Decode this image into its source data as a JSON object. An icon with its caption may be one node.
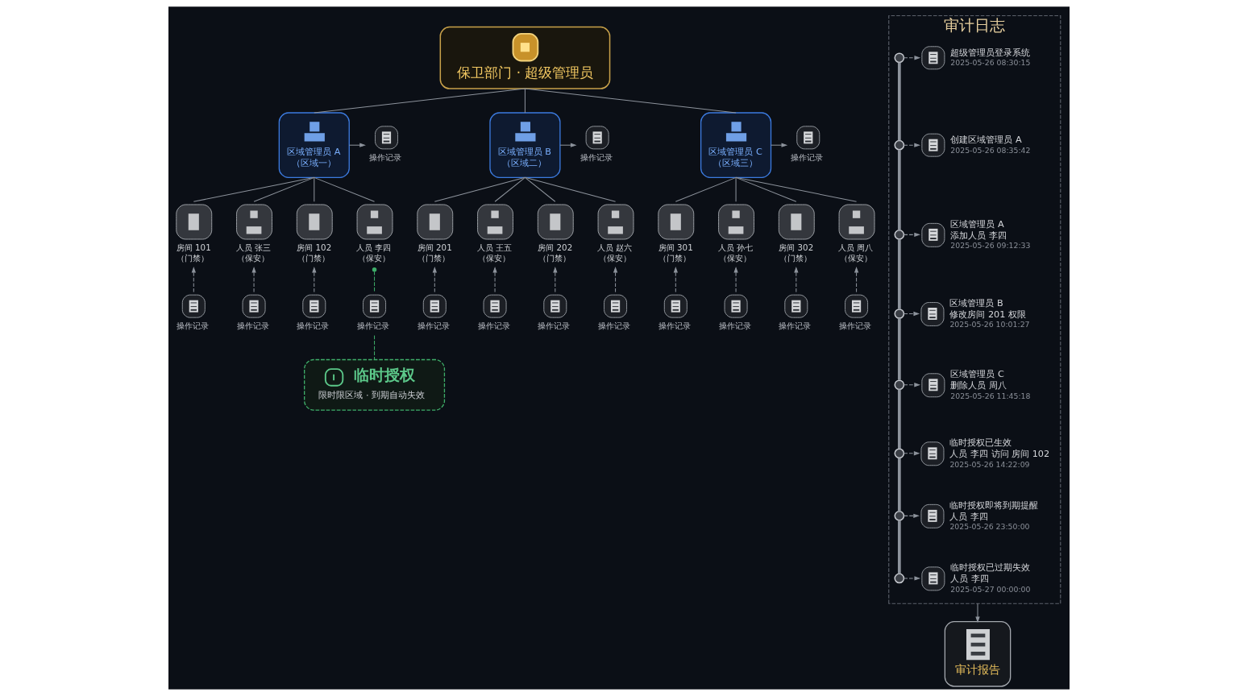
{
  "diagram": {
    "nodes": [
      {
        "text": [
          "保卫部门 · 超级管理员"
        ]
      },
      {
        "text": [
          "区域管理员 A",
          "（区域一）"
        ]
      },
      {
        "text": [
          "操作记录"
        ]
      },
      {
        "text": [
          "区域管理员 B",
          "（区域二）"
        ]
      },
      {
        "text": [
          "操作记录"
        ]
      },
      {
        "text": [
          "区域管理员 C",
          "（区域三）"
        ]
      },
      {
        "text": [
          "操作记录"
        ]
      },
      {
        "text": [
          "房间 101",
          "（门禁）"
        ]
      },
      {
        "text": [
          "人员 张三",
          "（保安）"
        ]
      },
      {
        "text": [
          "房间 102",
          "（门禁）"
        ]
      },
      {
        "text": [
          "人员 李四",
          "（保安）"
        ]
      },
      {
        "text": [
          "房间 201",
          "（门禁）"
        ]
      },
      {
        "text": [
          "人员 王五",
          "（保安）"
        ]
      },
      {
        "text": [
          "房间 202",
          "（门禁）"
        ]
      },
      {
        "text": [
          "人员 赵六",
          "（保安）"
        ]
      },
      {
        "text": [
          "房间 301",
          "（门禁）"
        ]
      },
      {
        "text": [
          "人员 孙七",
          "（保安）"
        ]
      },
      {
        "text": [
          "房间 302",
          "（门禁）"
        ]
      },
      {
        "text": [
          "人员 周八",
          "（保安）"
        ]
      },
      {
        "text": [
          "操作记录"
        ]
      },
      {
        "text": [
          "操作记录"
        ]
      },
      {
        "text": [
          "操作记录"
        ]
      },
      {
        "text": [
          "操作记录"
        ]
      },
      {
        "text": [
          "操作记录"
        ]
      },
      {
        "text": [
          "操作记录"
        ]
      },
      {
        "text": [
          "操作记录"
        ]
      },
      {
        "text": [
          "操作记录"
        ]
      },
      {
        "text": [
          "操作记录"
        ]
      },
      {
        "text": [
          "操作记录"
        ]
      },
      {
        "text": [
          "操作记录"
        ]
      },
      {
        "text": [
          "操作记录"
        ]
      },
      {
        "text": [
          "临时授权",
          "限时限区域 · 到期自动失效"
        ]
      },
      {
        "text": [
          "审计日志"
        ]
      },
      {
        "text": [],
        "shape": "circle",
        "in": 32
      },
      {
        "text": [
          "超级管理员登录系统",
          "2025-05-26 08:30:15"
        ],
        "in": 32
      },
      {
        "text": [],
        "shape": "circle",
        "in": 32
      },
      {
        "text": [
          "创建区域管理员 A",
          "2025-05-26 08:35:42"
        ],
        "in": 32
      },
      {
        "text": [],
        "shape": "circle",
        "in": 32
      },
      {
        "text": [
          "区域管理员 A",
          "添加人员 李四",
          "2025-05-26 09:12:33"
        ],
        "in": 32
      },
      {
        "text": [],
        "shape": "circle",
        "in": 32
      },
      {
        "text": [
          "区域管理员 B",
          "修改房间 201 权限",
          "2025-05-26 10:01:27"
        ],
        "in": 32
      },
      {
        "text": [],
        "shape": "circle",
        "in": 32
      },
      {
        "text": [
          "区域管理员 C",
          "删除人员 周八",
          "2025-05-26 11:45:18"
        ],
        "in": 32
      },
      {
        "text": [],
        "shape": "circle",
        "in": 32
      },
      {
        "text": [
          "临时授权已生效",
          "人员 李四 访问 房间 102",
          "2025-05-26 14:22:09"
        ],
        "in": 32
      },
      {
        "text": [],
        "shape": "circle",
        "in": 32
      },
      {
        "text": [
          "临时授权即将到期提醒",
          "人员 李四",
          "2025-05-26 23:50:00"
        ],
        "in": 32
      },
      {
        "text": [],
        "shape": "circle",
        "in": 32
      },
      {
        "text": [
          "临时授权已过期失效",
          "人员 李四",
          "2025-05-27 00:00:00"
        ],
        "in": 32
      },
      {
        "text": [
          "审计报告"
        ]
      }
    ],
    "edges": [
      {
        "from": 0,
        "to": 1,
        "arrow": "none"
      },
      {
        "from": 0,
        "to": 3,
        "arrow": "none"
      },
      {
        "from": 0,
        "to": 5,
        "arrow": "none"
      },
      {
        "from": 1,
        "to": 2,
        "arrow": "to"
      },
      {
        "from": 3,
        "to": 4,
        "arrow": "to"
      },
      {
        "from": 5,
        "to": 6,
        "arrow": "to"
      },
      {
        "from": 1,
        "to": 7,
        "arrow": "none"
      },
      {
        "from": 1,
        "to": 8,
        "arrow": "none"
      },
      {
        "from": 1,
        "to": 9,
        "arrow": "none"
      },
      {
        "from": 1,
        "to": 10,
        "arrow": "none"
      },
      {
        "from": 3,
        "to": 11,
        "arrow": "none"
      },
      {
        "from": 3,
        "to": 12,
        "arrow": "none"
      },
      {
        "from": 3,
        "to": 13,
        "arrow": "none"
      },
      {
        "from": 3,
        "to": 14,
        "arrow": "none"
      },
      {
        "from": 5,
        "to": 15,
        "arrow": "none"
      },
      {
        "from": 5,
        "to": 16,
        "arrow": "none"
      },
      {
        "from": 5,
        "to": 17,
        "arrow": "none"
      },
      {
        "from": 5,
        "to": 18,
        "arrow": "none"
      },
      {
        "from": 19,
        "to": 7,
        "arrow": "to",
        "style": "dashed"
      },
      {
        "from": 20,
        "to": 8,
        "arrow": "to",
        "style": "dashed"
      },
      {
        "from": 21,
        "to": 9,
        "arrow": "to",
        "style": "dashed"
      },
      {
        "from": 22,
        "to": 10,
        "arrow": "other",
        "style": "dashed",
        "color": "#3fae6a"
      },
      {
        "from": 23,
        "to": 11,
        "arrow": "to",
        "style": "dashed"
      },
      {
        "from": 24,
        "to": 12,
        "arrow": "to",
        "style": "dashed"
      },
      {
        "from": 25,
        "to": 13,
        "arrow": "to",
        "style": "dashed"
      },
      {
        "from": 26,
        "to": 14,
        "arrow": "to",
        "style": "dashed"
      },
      {
        "from": 27,
        "to": 15,
        "arrow": "to",
        "style": "dashed"
      },
      {
        "from": 28,
        "to": 16,
        "arrow": "to",
        "style": "dashed"
      },
      {
        "from": 29,
        "to": 17,
        "arrow": "to",
        "style": "dashed"
      },
      {
        "from": 30,
        "to": 18,
        "arrow": "to",
        "style": "dashed"
      },
      {
        "from": 22,
        "to": 31,
        "arrow": "none",
        "style": "dashed",
        "color": "#3fae6a"
      },
      {
        "from": 33,
        "to": 35,
        "arrow": "none",
        "style": "thick"
      },
      {
        "from": 35,
        "to": 37,
        "arrow": "none",
        "style": "thick"
      },
      {
        "from": 37,
        "to": 39,
        "arrow": "none",
        "style": "thick"
      },
      {
        "from": 39,
        "to": 41,
        "arrow": "none",
        "style": "thick"
      },
      {
        "from": 41,
        "to": 43,
        "arrow": "none",
        "style": "thick"
      },
      {
        "from": 43,
        "to": 45,
        "arrow": "none",
        "style": "thick"
      },
      {
        "from": 45,
        "to": 47,
        "arrow": "none",
        "style": "thick"
      },
      {
        "from": 33,
        "to": 34,
        "arrow": "to",
        "style": "dashed"
      },
      {
        "from": 35,
        "to": 36,
        "arrow": "to",
        "style": "dashed"
      },
      {
        "from": 37,
        "to": 38,
        "arrow": "to",
        "style": "dashed"
      },
      {
        "from": 39,
        "to": 40,
        "arrow": "to",
        "style": "dashed"
      },
      {
        "from": 41,
        "to": 42,
        "arrow": "to",
        "style": "dashed"
      },
      {
        "from": 43,
        "to": 44,
        "arrow": "to",
        "style": "dashed"
      },
      {
        "from": 45,
        "to": 46,
        "arrow": "to",
        "style": "dashed"
      },
      {
        "from": 47,
        "to": 48,
        "arrow": "to",
        "style": "dashed"
      },
      {
        "from": 32,
        "to": 49,
        "arrow": "to"
      }
    ]
  }
}
